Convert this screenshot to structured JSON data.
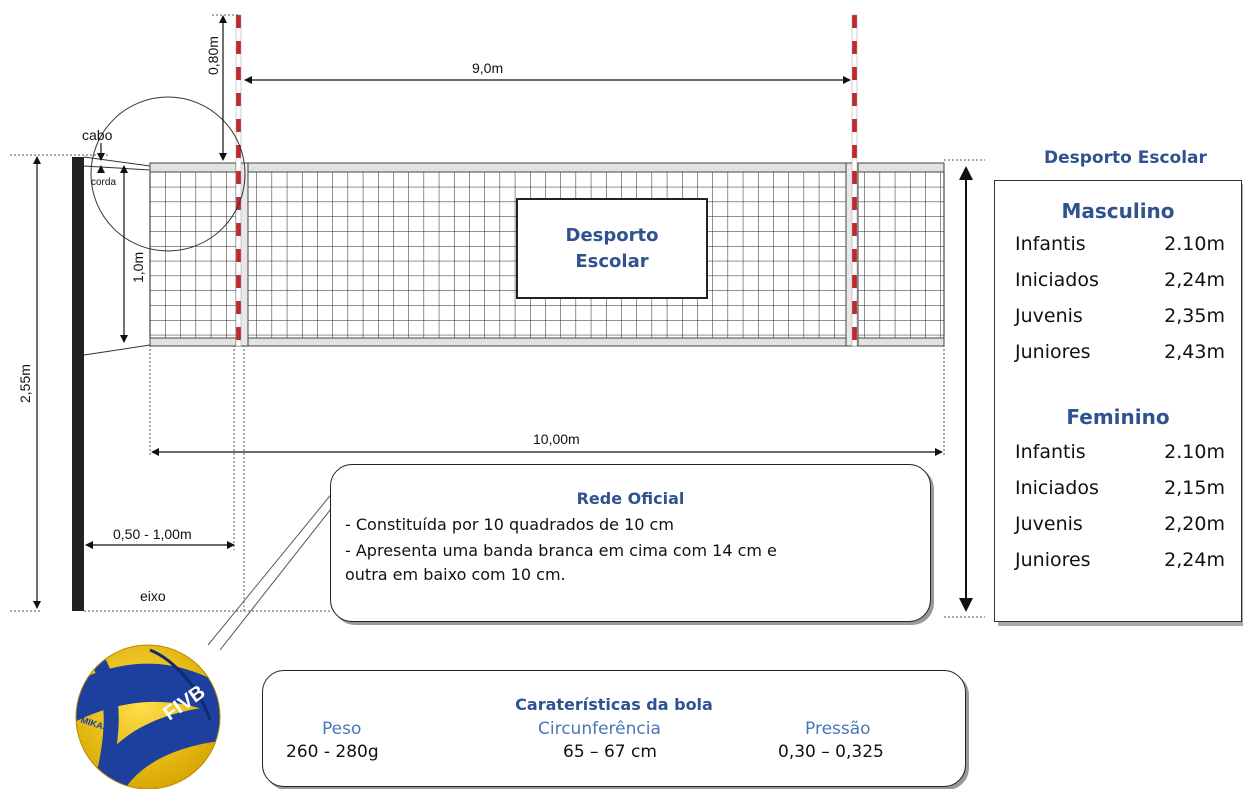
{
  "dimensions": {
    "antenna_height": "0,80m",
    "antenna_spacing": "9,0m",
    "net_height_label": "1,0m",
    "net_width": "10,00m",
    "total_height": "2,55m",
    "post_distance": "0,50 - 1,00m",
    "cable": "cabo",
    "rope": "corda",
    "axis": "eixo"
  },
  "net_label": "Desporto Escolar",
  "right_panel": {
    "title": "Desporto Escolar",
    "masculino": {
      "title": "Masculino",
      "rows": [
        {
          "level": "Infantis",
          "height": "2.10m"
        },
        {
          "level": "Iniciados",
          "height": "2,24m"
        },
        {
          "level": "Juvenis",
          "height": "2,35m"
        },
        {
          "level": "Juniores",
          "height": "2,43m"
        }
      ]
    },
    "feminino": {
      "title": "Feminino",
      "rows": [
        {
          "level": "Infantis",
          "height": "2.10m"
        },
        {
          "level": "Iniciados",
          "height": "2,15m"
        },
        {
          "level": "Juvenis",
          "height": "2,20m"
        },
        {
          "level": "Juniores",
          "height": "2,24m"
        }
      ]
    }
  },
  "rede_oficial": {
    "title": "Rede Oficial",
    "line1": "- Constituída por 10 quadrados de 10 cm",
    "line2": "- Apresenta uma banda branca em cima com 14 cm e",
    "line3": "outra em baixo com 10 cm."
  },
  "ball": {
    "title": "Caraterísticas da bola",
    "weight_label": "Peso",
    "weight_value": "260 - 280g",
    "circumference_label": "Circunferência",
    "circumference_value": "65 – 67 cm",
    "pressure_label": "Pressão",
    "pressure_value": "0,30 – 0,325",
    "logo_text": "FIVB",
    "brand_text": "MIKASA"
  },
  "colors": {
    "accent_blue": "#2e5390",
    "label_blue": "#4a77b8",
    "antenna_red": "#c0282d",
    "ball_yellow": "#f2c512",
    "ball_blue": "#1d3f9e"
  }
}
